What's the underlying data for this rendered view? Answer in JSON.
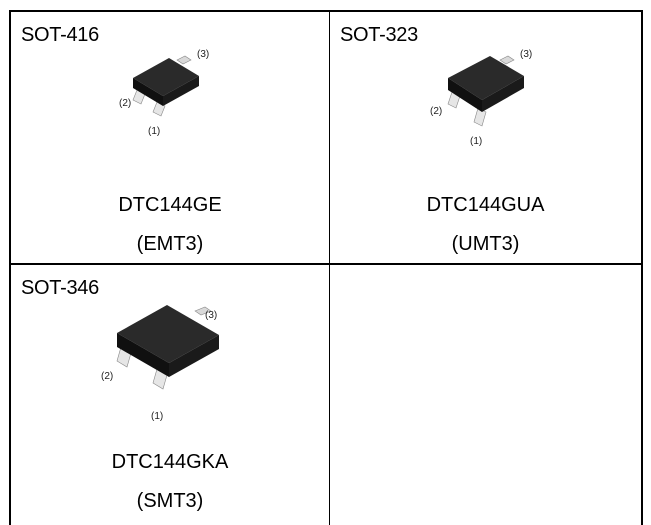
{
  "cells": [
    {
      "package": "SOT-416",
      "part_number": "DTC144GE",
      "part_code": "(EMT3)",
      "pins": [
        "(1)",
        "(2)",
        "(3)"
      ]
    },
    {
      "package": "SOT-323",
      "part_number": "DTC144GUA",
      "part_code": "(UMT3)",
      "pins": [
        "(1)",
        "(2)",
        "(3)"
      ]
    },
    {
      "package": "SOT-346",
      "part_number": "DTC144GKA",
      "part_code": "(SMT3)",
      "pins": [
        "(1)",
        "(2)",
        "(3)"
      ]
    }
  ],
  "colors": {
    "border": "#000000",
    "chip_body": "#151515",
    "chip_top": "#2a2a2a",
    "lead": "#d9d9d9"
  },
  "icons": [
    "transistor-package-icon"
  ]
}
